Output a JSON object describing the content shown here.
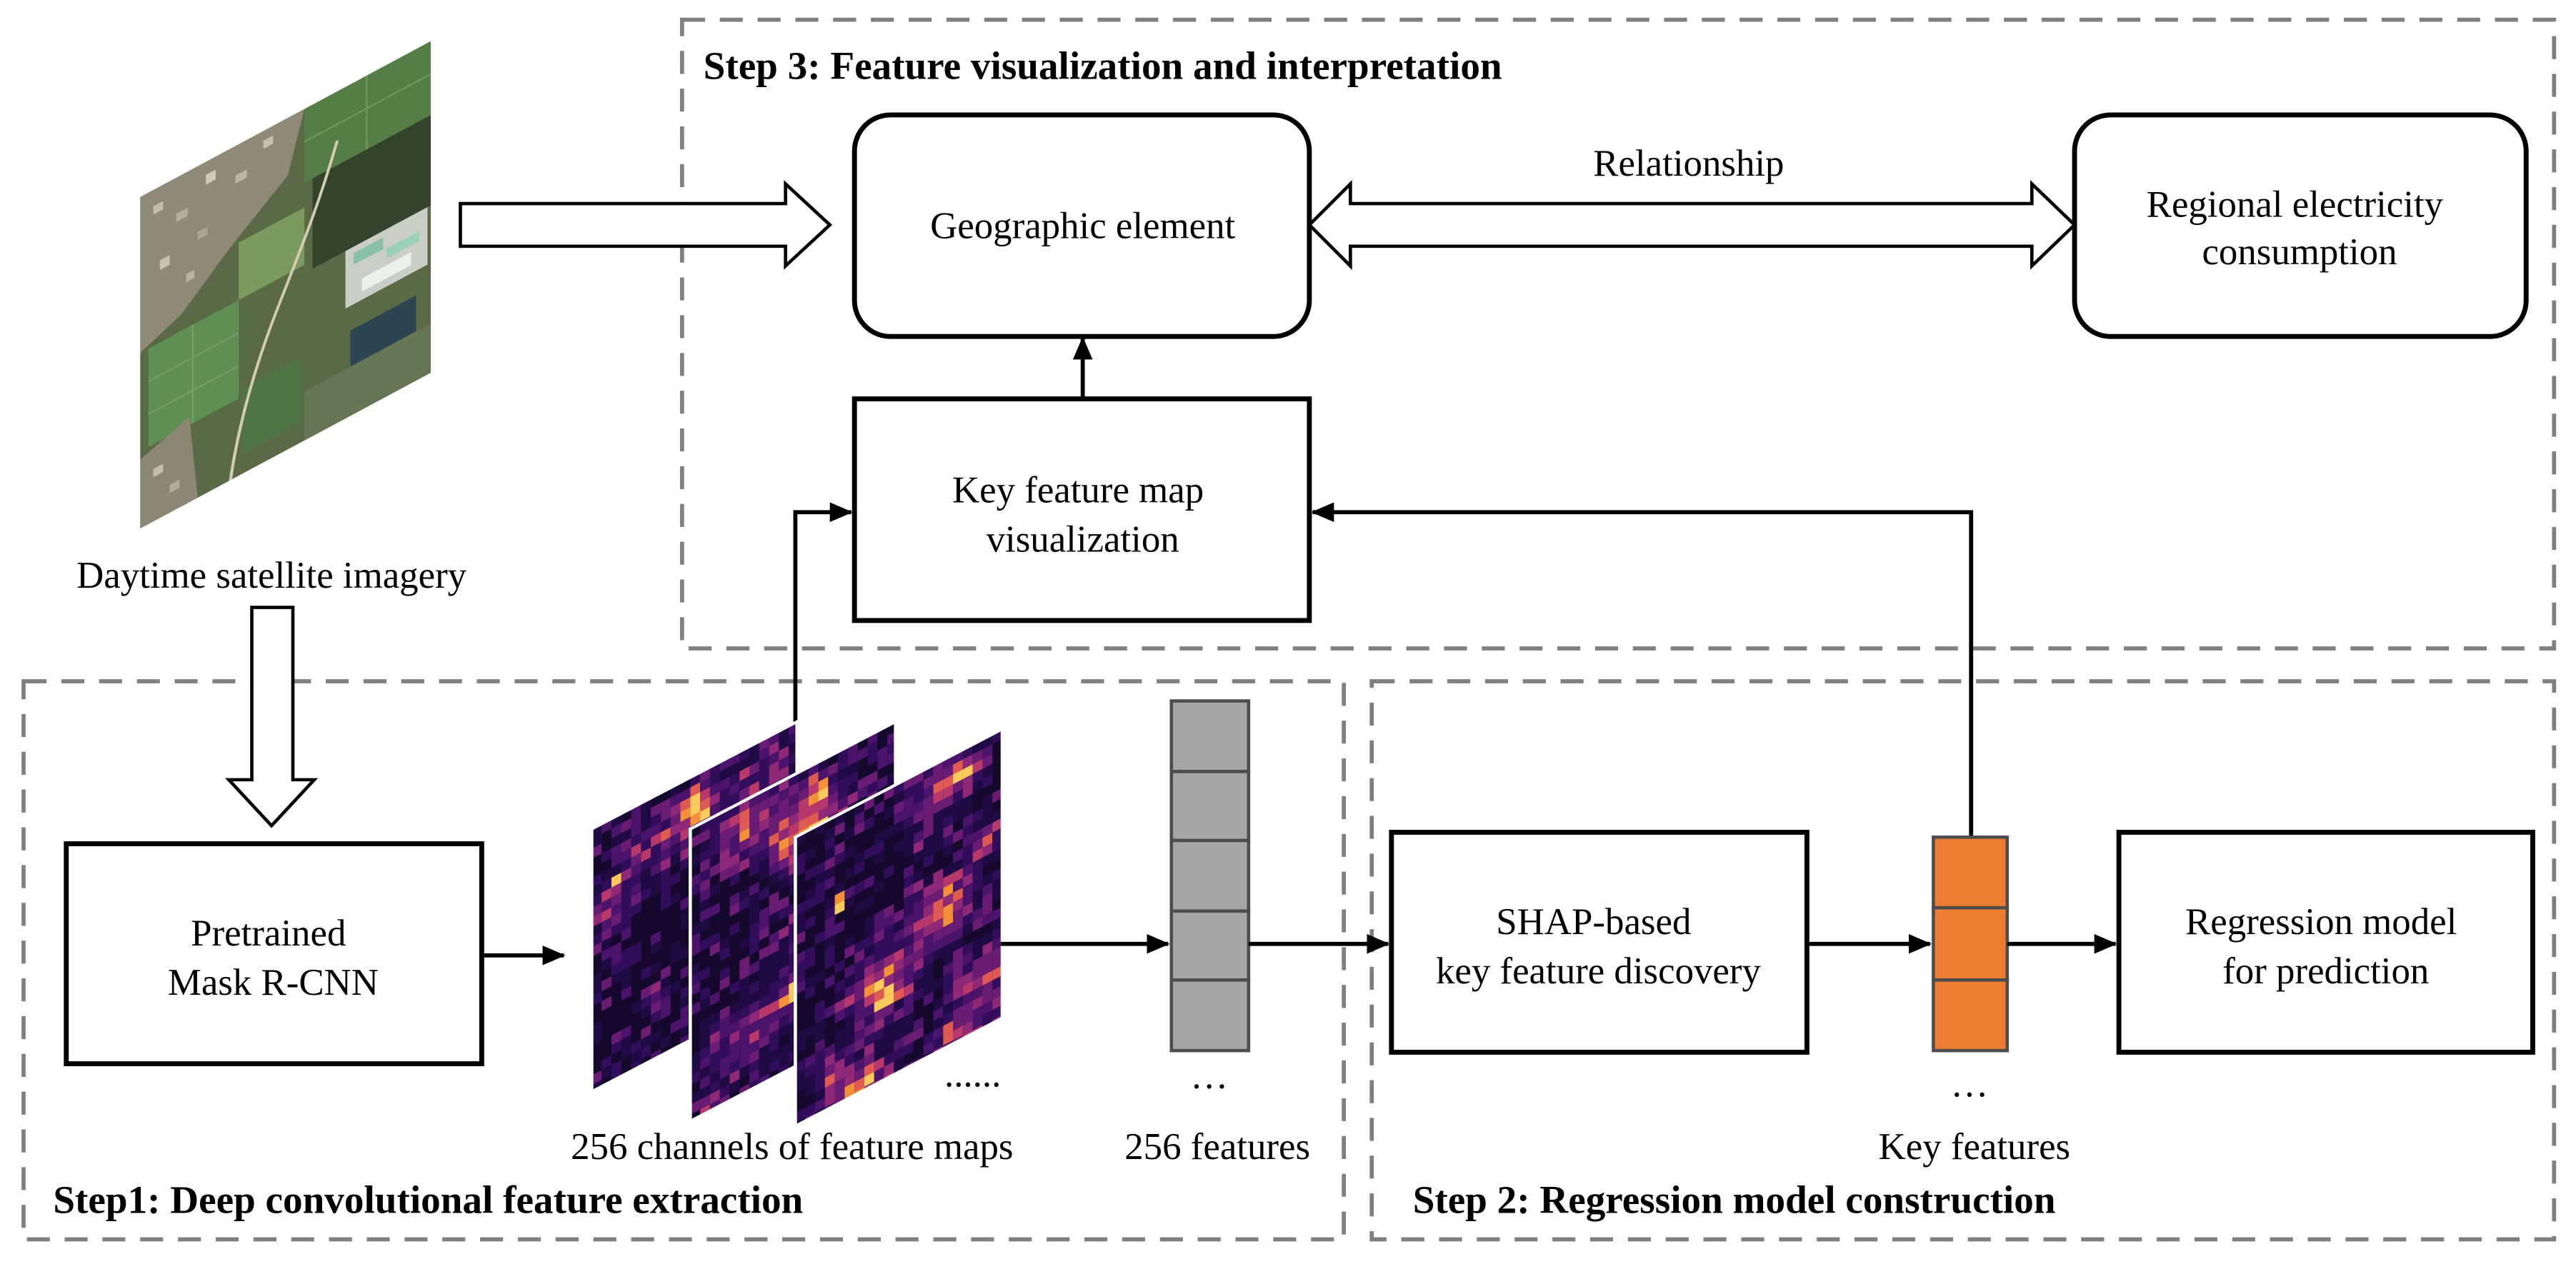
{
  "input": {
    "label": "Daytime satellite imagery"
  },
  "step3": {
    "title": "Step 3: Feature visualization and interpretation",
    "geographic_element": "Geographic element",
    "relationship": "Relationship",
    "regional_consumption": [
      "Regional electricity",
      "consumption"
    ],
    "key_feature_map": [
      "Key feature map",
      "visualization"
    ]
  },
  "step1": {
    "title": "Step1: Deep convolutional feature extraction",
    "mask_rcnn": [
      "Pretrained",
      "Mask R-CNN"
    ],
    "feature_maps_ellipsis": "......",
    "feature_maps_label": "256 channels of feature maps",
    "features_ellipsis": "…",
    "features_label": "256 features"
  },
  "step2": {
    "title": "Step 2: Regression model construction",
    "shap": [
      "SHAP-based",
      "key feature discovery"
    ],
    "key_features_ellipsis": "…",
    "key_features_label": "Key features",
    "regression": [
      "Regression model",
      "for prediction"
    ]
  },
  "colors": {
    "step_border": "#808080",
    "feature_vector": "#a6a6a6",
    "key_features": "#ed7d31"
  }
}
